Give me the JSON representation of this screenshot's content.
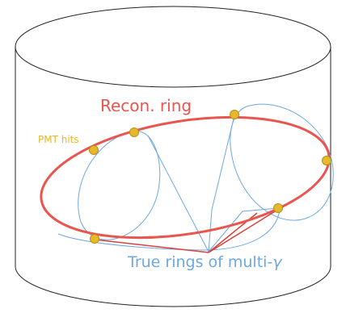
{
  "labels": {
    "recon_ring": "Recon. ring",
    "pmt_hits": "PMT hits",
    "true_rings": "True rings of multi-",
    "gamma_symbol": "γ"
  },
  "colors": {
    "recon_ring": "#e8564f",
    "true_rings": "#6ea8e0",
    "pmt_hit": "#e6b82a",
    "pmt_hit_stroke": "#b8901a",
    "tank_outline": "#222222",
    "vertex_lines": "#d9413a"
  },
  "icons": {
    "tank": "cylinder-outline",
    "pmt_hit": "filled-circle"
  }
}
